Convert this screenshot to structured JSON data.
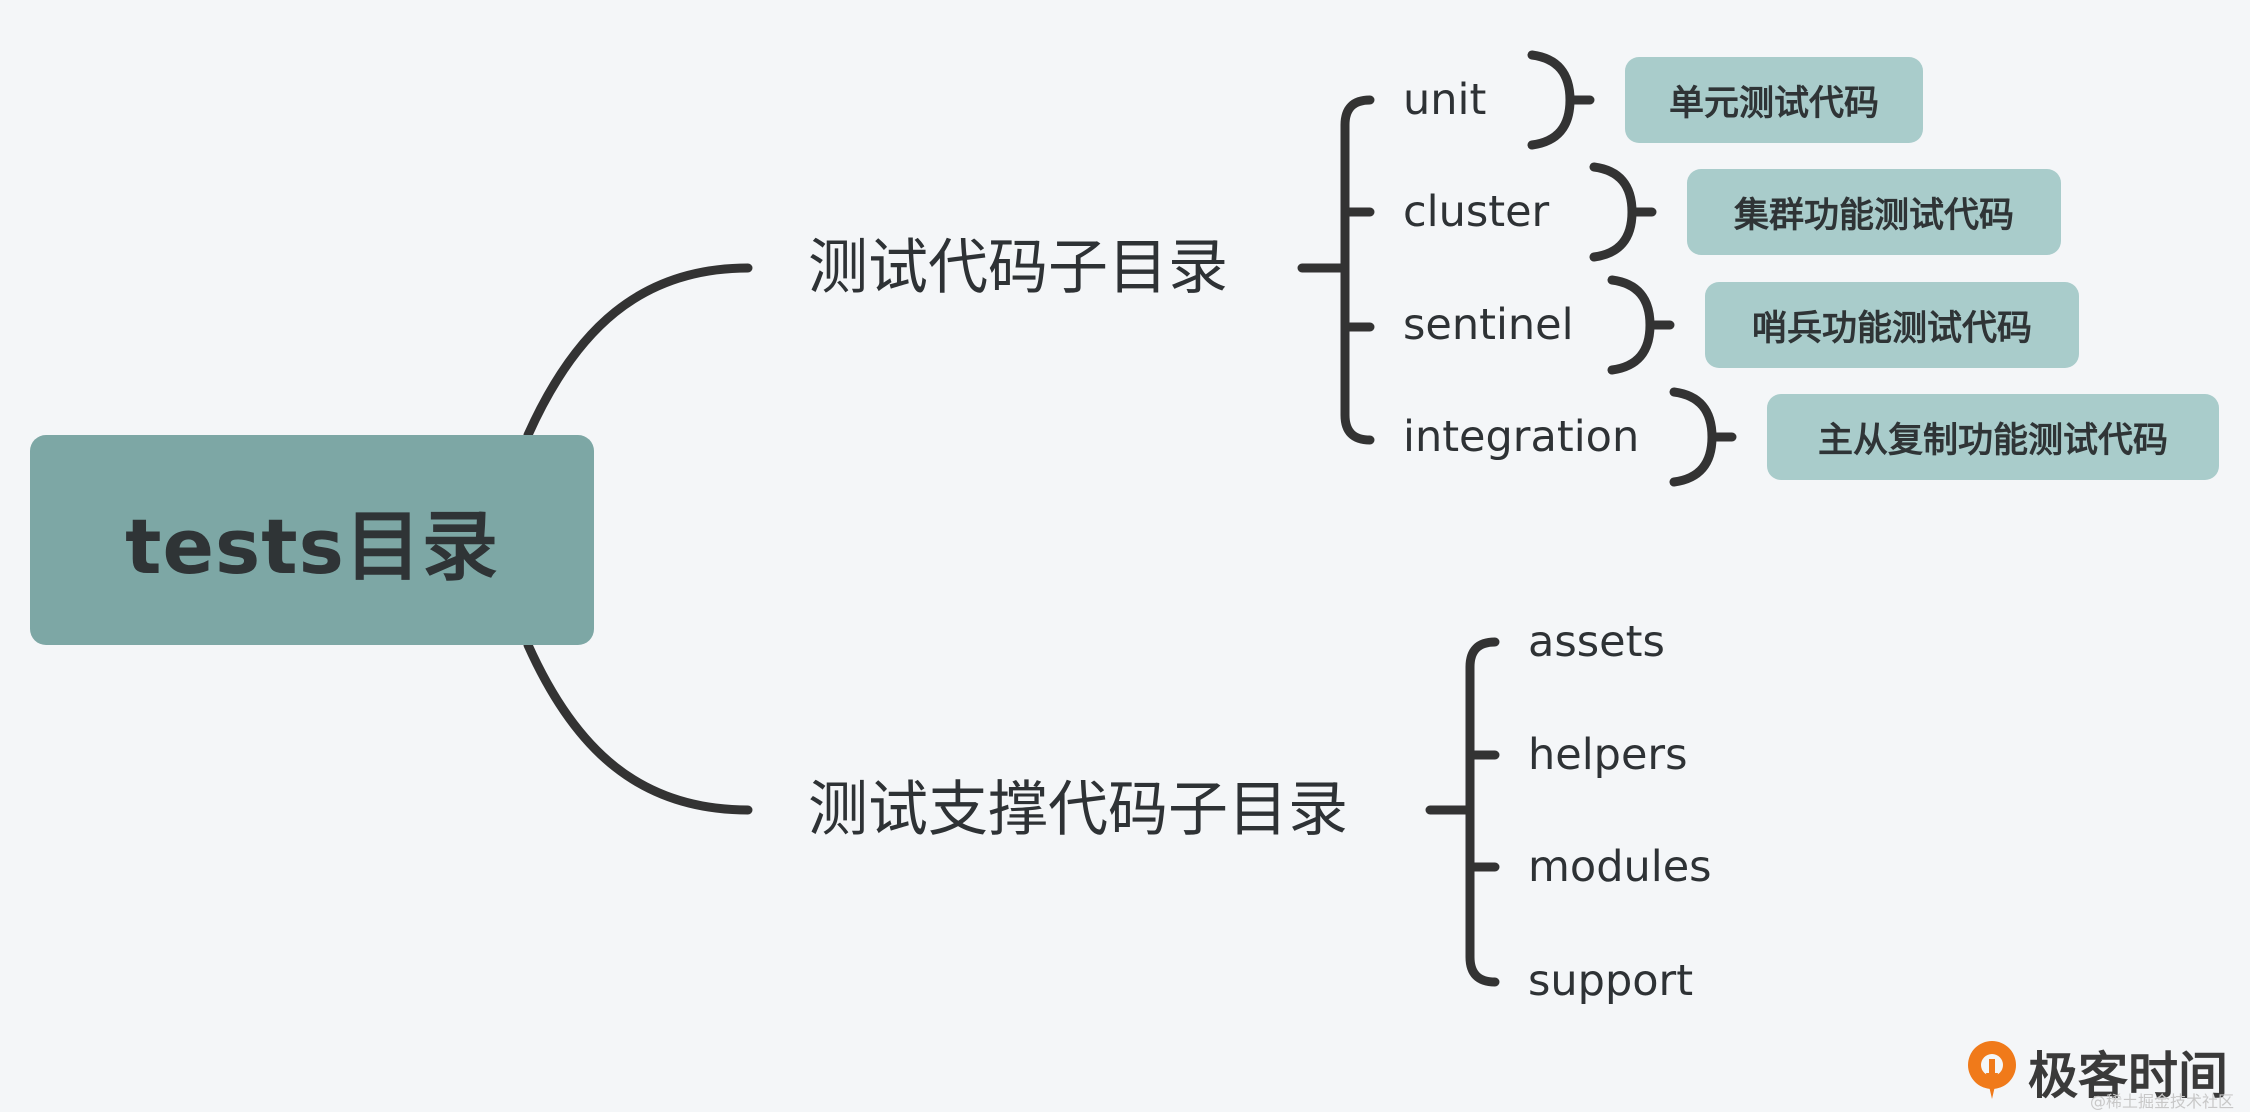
{
  "root": {
    "label": "tests目录"
  },
  "branches": [
    {
      "label": "测试代码子目录",
      "children": [
        {
          "label": "unit",
          "note": "单元测试代码"
        },
        {
          "label": "cluster",
          "note": "集群功能测试代码"
        },
        {
          "label": "sentinel",
          "note": "哨兵功能测试代码"
        },
        {
          "label": "integration",
          "note": "主从复制功能测试代码"
        }
      ]
    },
    {
      "label": "测试支撑代码子目录",
      "children": [
        {
          "label": "assets"
        },
        {
          "label": "helpers"
        },
        {
          "label": "modules"
        },
        {
          "label": "support"
        }
      ]
    }
  ],
  "logo": {
    "text": "极客时间",
    "icon": "geek-time-logo-icon",
    "color": "#f07a1a"
  },
  "watermark": "@稀土掘金技术社区",
  "colors": {
    "background": "#f4f6f8",
    "root_fill": "#7da7a5",
    "note_fill": "#a9cccb",
    "line": "#333333"
  }
}
